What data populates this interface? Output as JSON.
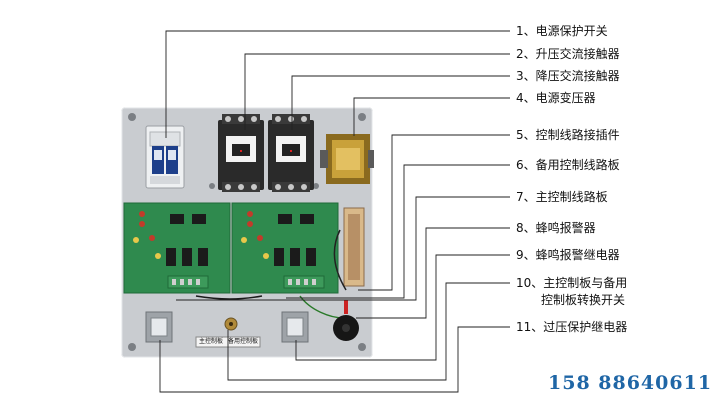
{
  "labels": [
    {
      "num": "1、",
      "text": "电源保护开关"
    },
    {
      "num": "2、",
      "text": "升压交流接触器"
    },
    {
      "num": "3、",
      "text": "降压交流接触器"
    },
    {
      "num": "4、",
      "text": "电源变压器"
    },
    {
      "num": "5、",
      "text": "控制线路接插件"
    },
    {
      "num": "6、",
      "text": "备用控制线路板"
    },
    {
      "num": "7、",
      "text": "主控制线路板"
    },
    {
      "num": "8、",
      "text": "蜂鸣报警器"
    },
    {
      "num": "9、",
      "text": "蜂鸣报警继电器"
    },
    {
      "num": "10、",
      "text": "主控制板与备用",
      "text2": "控制板转换开关"
    },
    {
      "num": "11、",
      "text": "过压保护继电器"
    }
  ],
  "switch_plate": {
    "left_text": "主控制板",
    "right_text": "备用控制板"
  },
  "phone": "158 88640611",
  "colors": {
    "panel": "#c9ccd0",
    "pcb": "#2f8a4e",
    "contactor": "#2a2a2a",
    "breaker": "#eef0f2",
    "phone": "#1f66a6"
  }
}
